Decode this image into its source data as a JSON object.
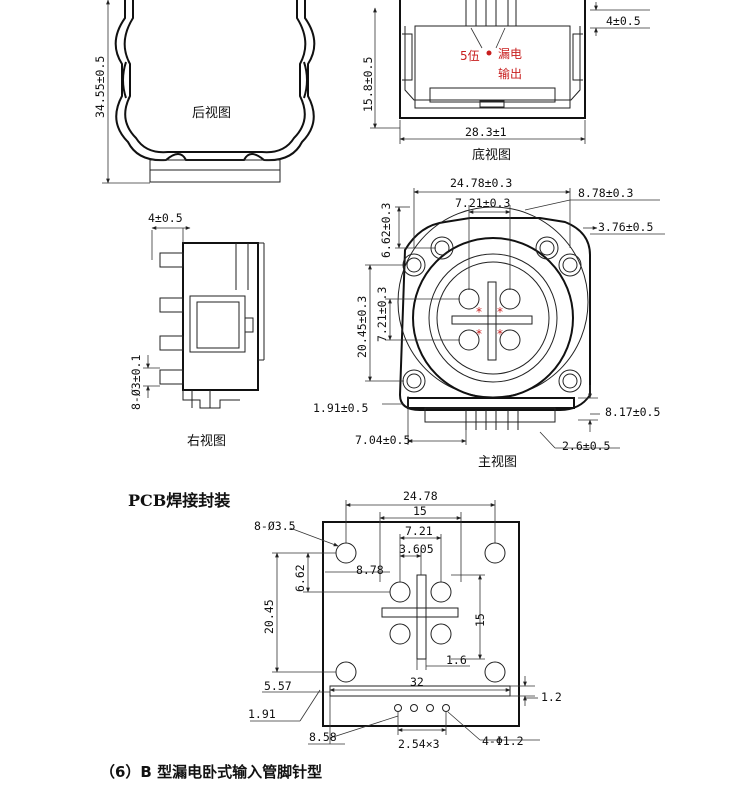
{
  "views": {
    "back": {
      "caption": "后视图",
      "height_dim": "34.55±0.5"
    },
    "bottom": {
      "caption": "底视图",
      "lead_dim": "4±0.5",
      "height_dim": "15.8±0.5",
      "width_dim": "28.3±1",
      "pin_label_5v": "5伍",
      "pin_label_leak": "漏电",
      "pin_label_out": "输出"
    },
    "right": {
      "caption": "右视图",
      "lead_dim": "4±0.5",
      "hole_dim": "8-Ø3±0.1"
    },
    "front": {
      "caption": "主视图",
      "dims": {
        "width": "24.78±0.3",
        "hole_pitch": "7.21±0.3",
        "side_offset": "8.78±0.3",
        "edge": "3.76±0.5",
        "top": "6.62±0.3",
        "height": "20.45±0.3",
        "vpitch": "7.21±0.3",
        "left_bottom": "1.91±0.5",
        "lead_offset": "7.04±0.5",
        "right_bottom": "8.17±0.5",
        "pin_pitch": "2.6±0.5"
      },
      "markers": [
        "*",
        "*",
        "*",
        "*"
      ]
    }
  },
  "pcb": {
    "title": "PCB焊接封装",
    "dims": {
      "width": "24.78",
      "d15": "15",
      "d721": "7.21",
      "d3605": "3.605",
      "holes": "8-Ø3.5",
      "d878": "8.78",
      "d662": "6.62",
      "d2045": "20.45",
      "d15v": "15",
      "d16": "1.6",
      "d32": "32",
      "d557": "5.57",
      "d12": "1.2",
      "d191": "1.91",
      "d858": "8.58",
      "pitch": "2.54×3",
      "pins": "4-Φ1.2"
    }
  },
  "footer": "（6）B 型漏电卧式输入管脚针型"
}
